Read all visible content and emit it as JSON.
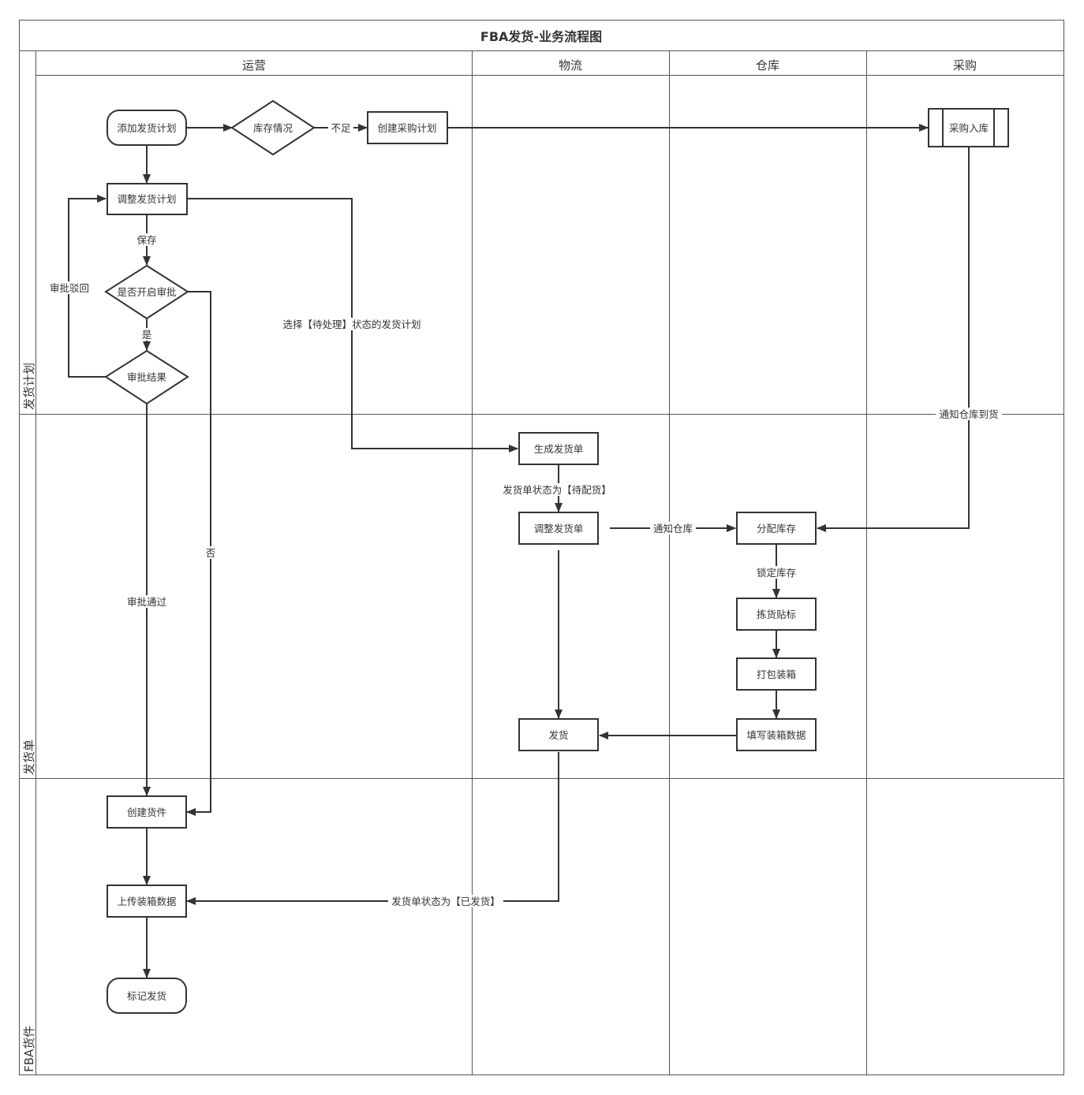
{
  "title": "FBA发货-业务流程图",
  "columns": {
    "ops": "运营",
    "logistics": "物流",
    "warehouse": "仓库",
    "purchase": "采购"
  },
  "rows": {
    "plan": "发货计划",
    "order": "发货单",
    "fba": "FBA货件"
  },
  "nodes": {
    "add_plan": "添加发货计划",
    "stock_check": "库存情况",
    "create_purchase_plan": "创建采购计划",
    "purchase_in": "采购入库",
    "adjust_plan": "调整发货计划",
    "approval_enabled": "是否开启审批",
    "approval_result": "审批结果",
    "create_order": "生成发货单",
    "adjust_order": "调整发货单",
    "allocate_stock": "分配库存",
    "pick_label": "拣货贴标",
    "pack_box": "打包装箱",
    "fill_box_data": "填写装箱数据",
    "ship": "发货",
    "create_shipment": "创建货件",
    "upload_box_data": "上传装箱数据",
    "mark_shipped": "标记发货"
  },
  "edge_labels": {
    "insufficient": "不足",
    "save": "保存",
    "rejected": "审批驳回",
    "yes": "是",
    "no": "否",
    "select_pending": "选择【待处理】状态的发货计划",
    "notify_arrival": "通知仓库到货",
    "status_pending_alloc": "发货单状态为【待配货】",
    "notify_warehouse": "通知仓库",
    "lock_stock": "锁定库存",
    "approved": "审批通过",
    "status_shipped": "发货单状态为【已发货】"
  }
}
